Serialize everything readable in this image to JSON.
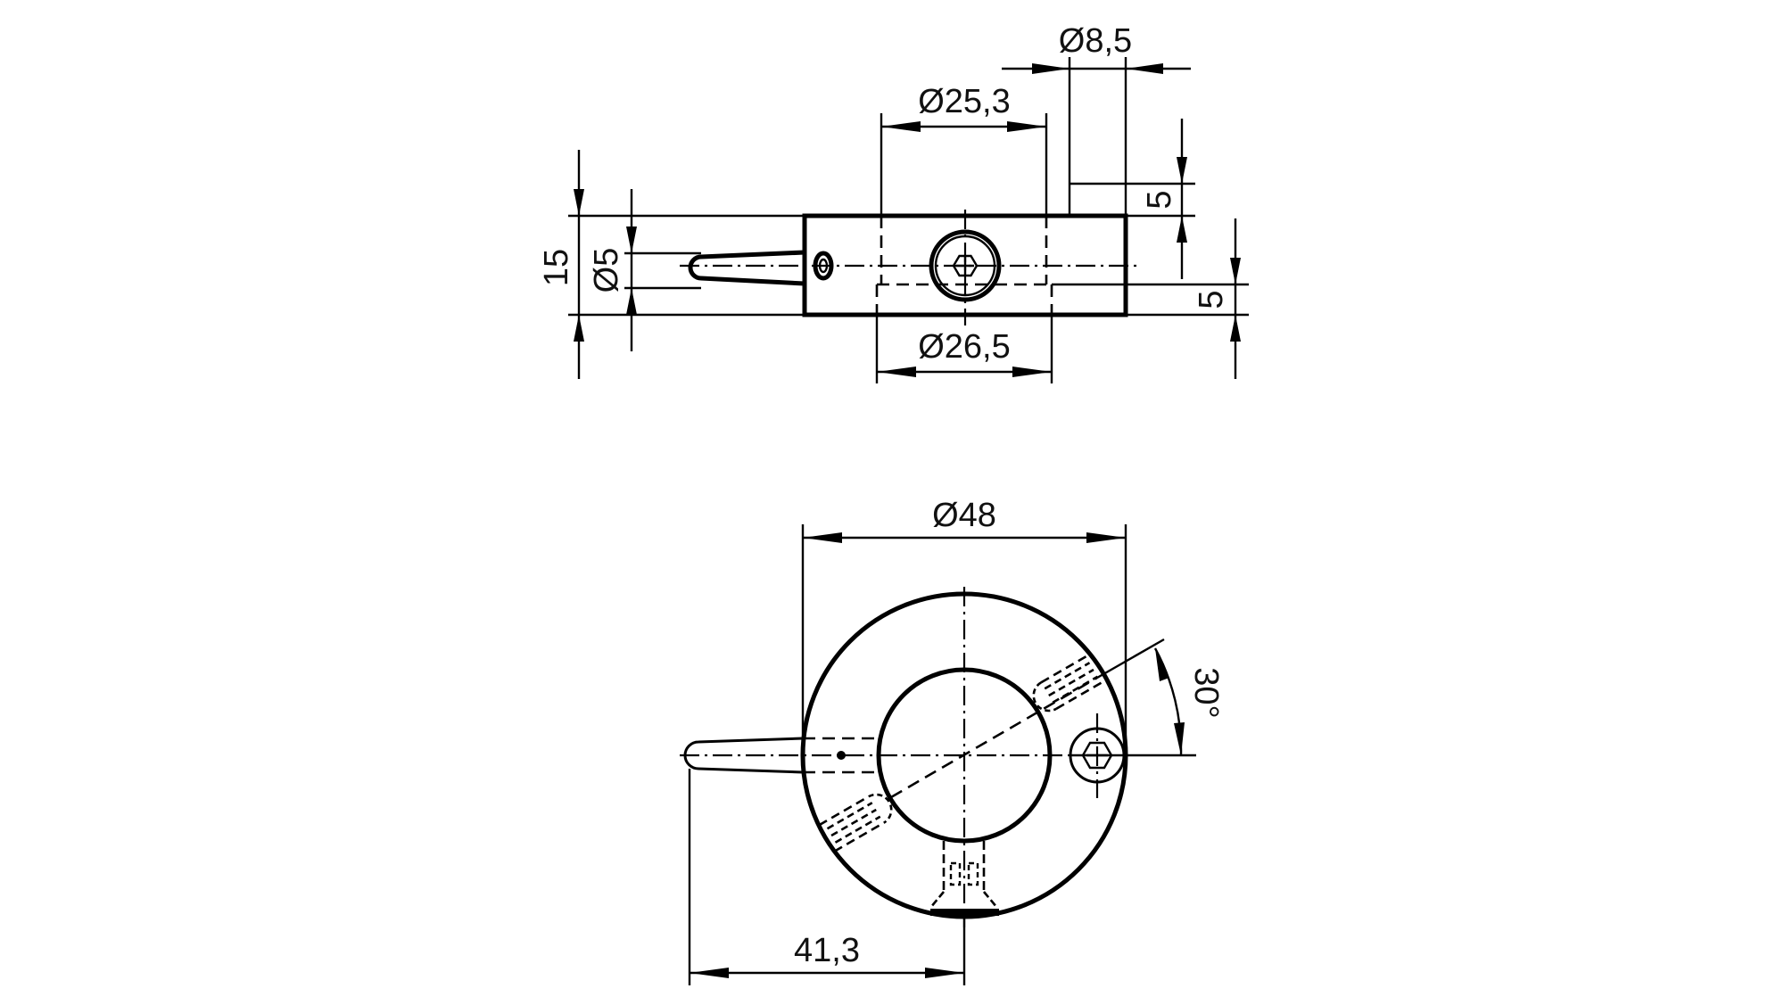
{
  "drawing": {
    "type": "technical dimension drawing",
    "colors": {
      "line": "#000000",
      "background": "#ffffff"
    },
    "side_view": {
      "dimensions": {
        "height_total": "15",
        "pin_diameter": "Ø5",
        "bore_top": "Ø25,3",
        "screw_head": "Ø8,5",
        "screw_head_height": "5",
        "offset_bottom": "5",
        "bore_bottom": "Ø26,5"
      }
    },
    "front_view": {
      "dimensions": {
        "outer_diameter": "Ø48",
        "angle": "30°",
        "lever_length": "41,3"
      }
    }
  }
}
